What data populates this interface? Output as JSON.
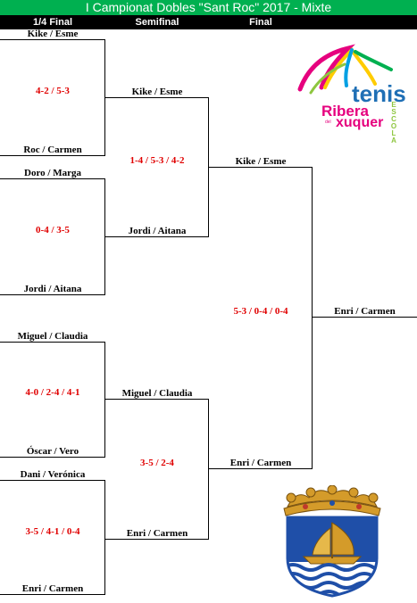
{
  "title": "I Campionat Dobles \"Sant Roc\" 2017 - Mixte",
  "rounds": [
    "1/4 Final",
    "Semifinal",
    "Final"
  ],
  "quarterfinals": [
    {
      "top": "Kike / Esme",
      "score": "4-2 / 5-3",
      "bottom": "Roc / Carmen"
    },
    {
      "top": "Doro / Marga",
      "score": "0-4 / 3-5",
      "bottom": "Jordi / Aitana"
    },
    {
      "top": "Miguel / Claudia",
      "score": "4-0 / 2-4 / 4-1",
      "bottom": "Óscar / Vero"
    },
    {
      "top": "Dani / Verónica",
      "score": "3-5 / 4-1 / 0-4",
      "bottom": "Enri / Carmen"
    }
  ],
  "semifinals": [
    {
      "top": "Kike / Esme",
      "score": "1-4 / 5-3 / 4-2",
      "bottom": "Jordi / Aitana"
    },
    {
      "top": "Miguel / Claudia",
      "score": "3-5 / 2-4",
      "bottom": "Enri / Carmen"
    }
  ],
  "final": {
    "top": "Kike / Esme",
    "score": "5-3 / 0-4 / 0-4",
    "bottom": "Enri / Carmen"
  },
  "champion": "Enri / Carmen",
  "logo": {
    "line1": "tenis",
    "line2": "Ribera",
    "line3": "xuquer",
    "side": "ESCOLA",
    "small": "del"
  },
  "colors": {
    "title_bg": "#00b050",
    "header_bg": "#000000",
    "score": "#e00000",
    "crest_blue": "#1f4fa8",
    "crest_gold": "#d49b2a",
    "crest_red": "#c0392b"
  }
}
